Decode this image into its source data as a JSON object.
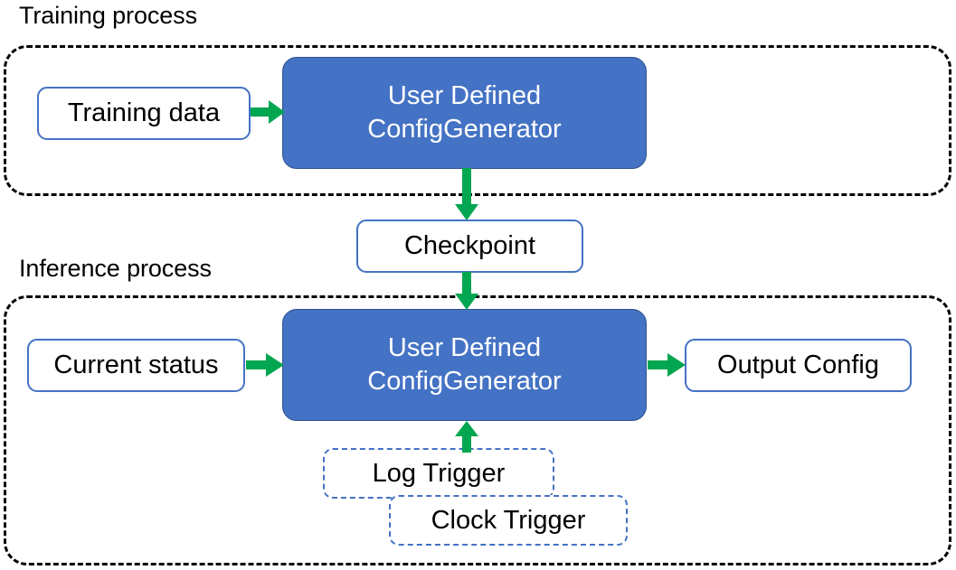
{
  "diagram": {
    "title_training": "Training process",
    "title_inference": "Inference process",
    "colors": {
      "accent_blue_fill": "#4472C4",
      "accent_blue_stroke": "#4472C4",
      "arrow_green": "#00A650",
      "container_dash": "#000000",
      "text_dark": "#000000",
      "text_light": "#FFFFFF"
    },
    "training": {
      "input_box": "Training data",
      "process_box_line1": "User Defined",
      "process_box_line2": "ConfigGenerator"
    },
    "checkpoint": {
      "label": "Checkpoint"
    },
    "inference": {
      "input_box": "Current status",
      "process_box_line1": "User Defined",
      "process_box_line2": "ConfigGenerator",
      "output_box": "Output Config",
      "triggers": [
        {
          "label": "Log Trigger"
        },
        {
          "label": "Clock Trigger"
        }
      ]
    }
  }
}
